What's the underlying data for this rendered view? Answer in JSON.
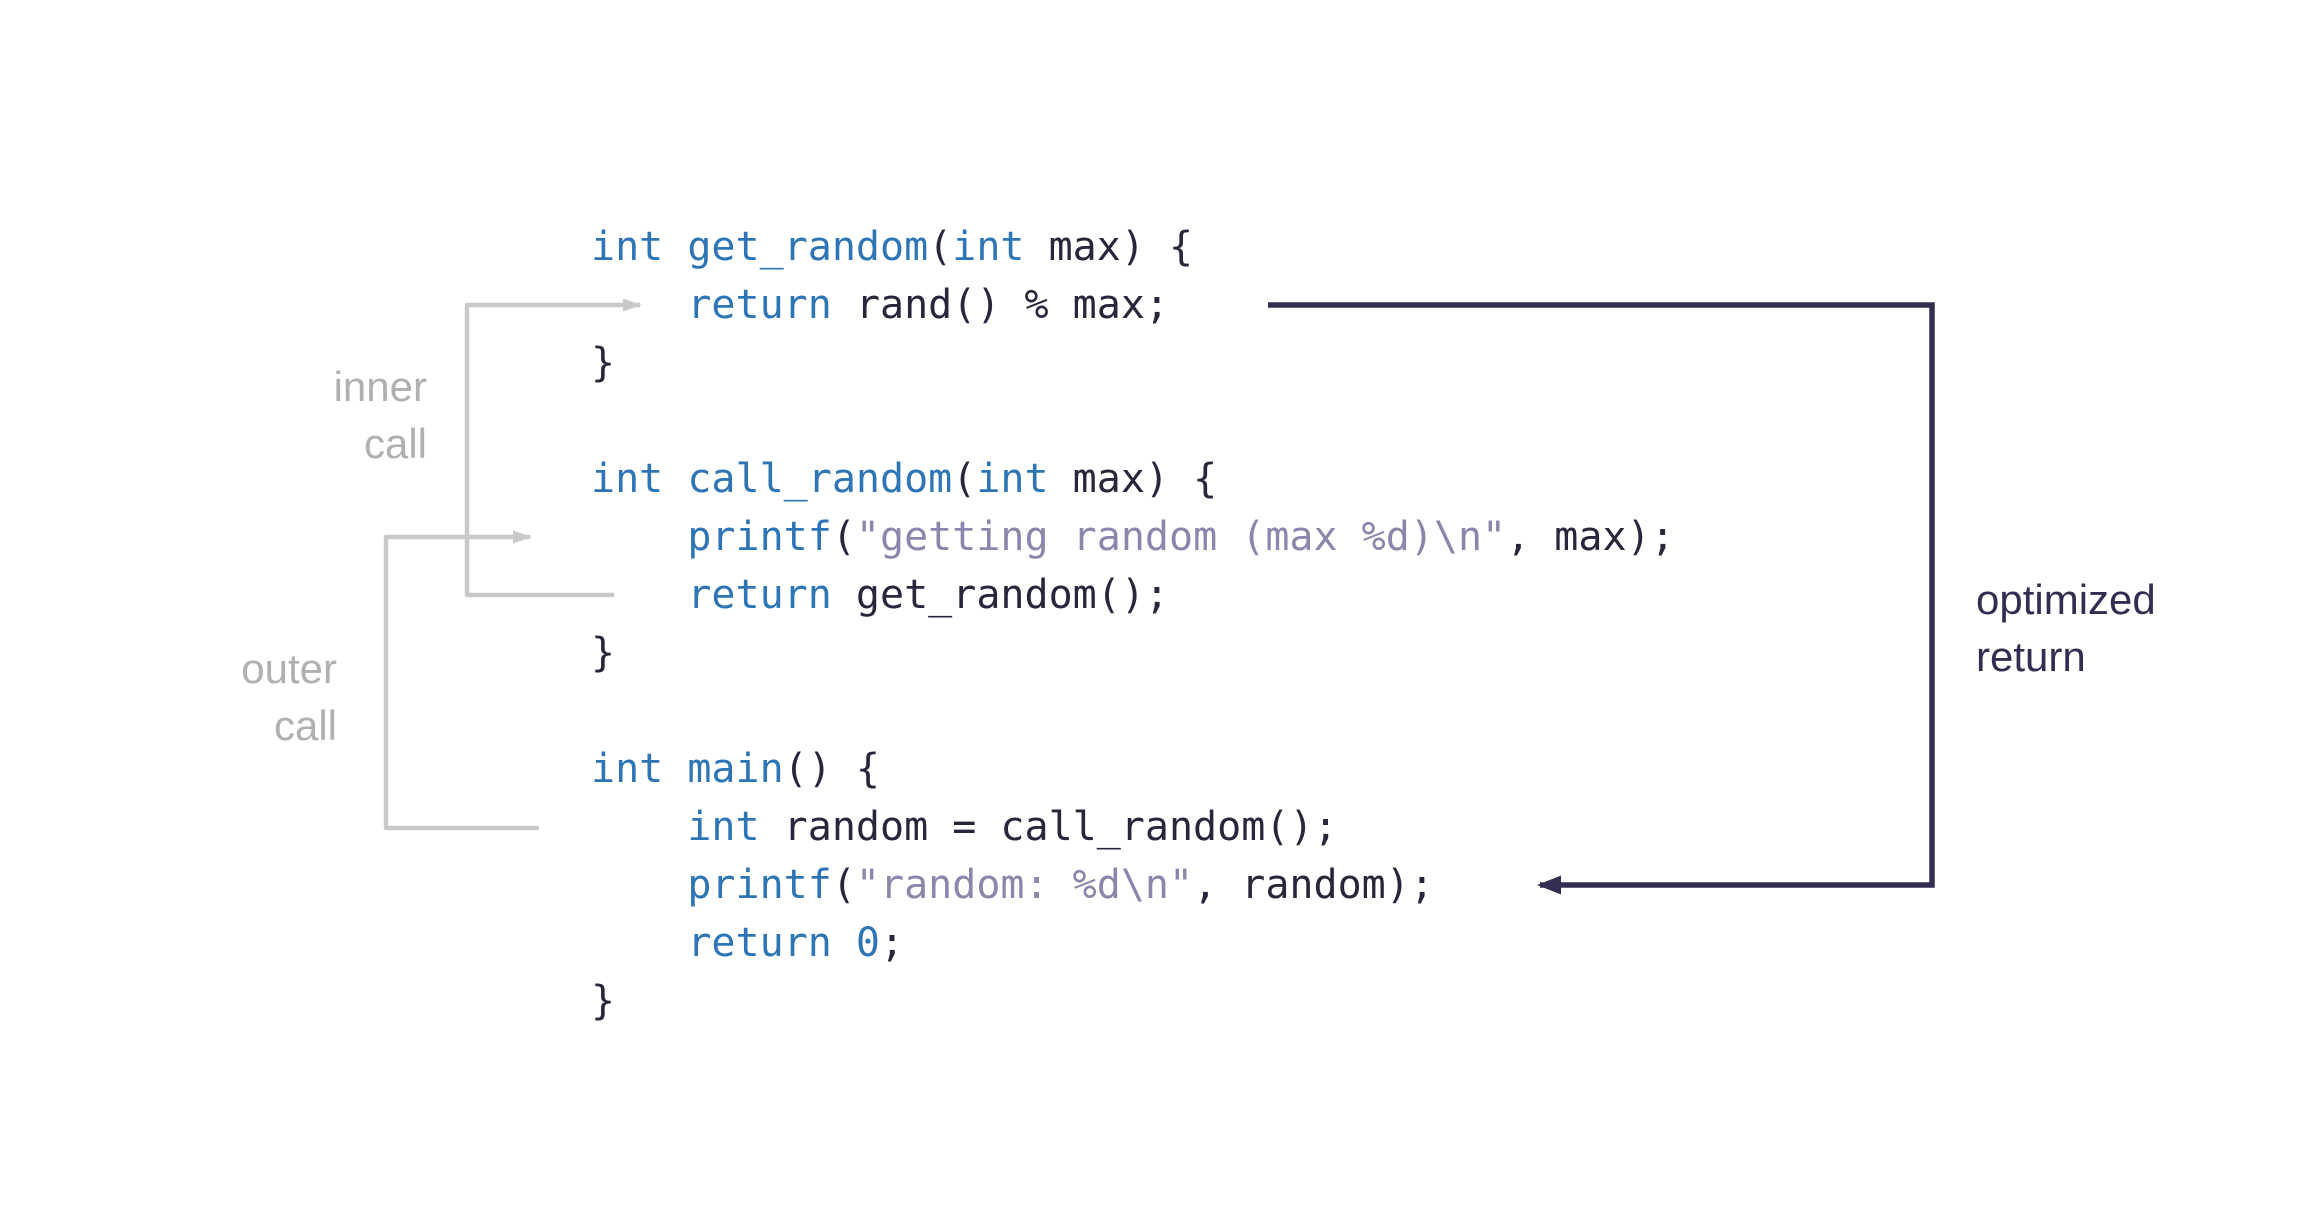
{
  "title": "C optimized return call diagram",
  "colors": {
    "background": "#ffffff",
    "code_plain": "#27263b",
    "code_keyword": "#2e75b6",
    "code_string": "#8a87ad",
    "call_arrow": "#c9c9c9",
    "call_label": "#b0b0b0",
    "return_arrow": "#322e52",
    "return_label": "#322e52"
  },
  "code": {
    "language": "c",
    "lines": [
      [
        {
          "c": "k",
          "t": "int "
        },
        {
          "c": "k",
          "t": "get_random"
        },
        {
          "c": "p",
          "t": "("
        },
        {
          "c": "k",
          "t": "int"
        },
        {
          "c": "p",
          "t": " max) {"
        }
      ],
      [
        {
          "c": "p",
          "t": "    "
        },
        {
          "c": "k",
          "t": "return"
        },
        {
          "c": "p",
          "t": " rand() % max;"
        }
      ],
      [
        {
          "c": "p",
          "t": "}"
        }
      ],
      [],
      [
        {
          "c": "k",
          "t": "int "
        },
        {
          "c": "k",
          "t": "call_random"
        },
        {
          "c": "p",
          "t": "("
        },
        {
          "c": "k",
          "t": "int"
        },
        {
          "c": "p",
          "t": " max) {"
        }
      ],
      [
        {
          "c": "p",
          "t": "    "
        },
        {
          "c": "k",
          "t": "printf"
        },
        {
          "c": "p",
          "t": "("
        },
        {
          "c": "s",
          "t": "\"getting random (max %d)\\n\""
        },
        {
          "c": "p",
          "t": ", max);"
        }
      ],
      [
        {
          "c": "p",
          "t": "    "
        },
        {
          "c": "k",
          "t": "return"
        },
        {
          "c": "p",
          "t": " get_random();"
        }
      ],
      [
        {
          "c": "p",
          "t": "}"
        }
      ],
      [],
      [
        {
          "c": "k",
          "t": "int "
        },
        {
          "c": "k",
          "t": "main"
        },
        {
          "c": "p",
          "t": "() {"
        }
      ],
      [
        {
          "c": "p",
          "t": "    "
        },
        {
          "c": "k",
          "t": "int"
        },
        {
          "c": "p",
          "t": " random = call_random();"
        }
      ],
      [
        {
          "c": "p",
          "t": "    "
        },
        {
          "c": "k",
          "t": "printf"
        },
        {
          "c": "p",
          "t": "("
        },
        {
          "c": "s",
          "t": "\"random: %d\\n\""
        },
        {
          "c": "p",
          "t": ", random);"
        }
      ],
      [
        {
          "c": "p",
          "t": "    "
        },
        {
          "c": "k",
          "t": "return"
        },
        {
          "c": "p",
          "t": " "
        },
        {
          "c": "k",
          "t": "0"
        },
        {
          "c": "p",
          "t": ";"
        }
      ],
      [
        {
          "c": "p",
          "t": "}"
        }
      ]
    ]
  },
  "labels": {
    "inner_call": [
      "inner",
      "call"
    ],
    "outer_call": [
      "outer",
      "call"
    ],
    "optimized_return": [
      "optimized",
      "return"
    ]
  }
}
